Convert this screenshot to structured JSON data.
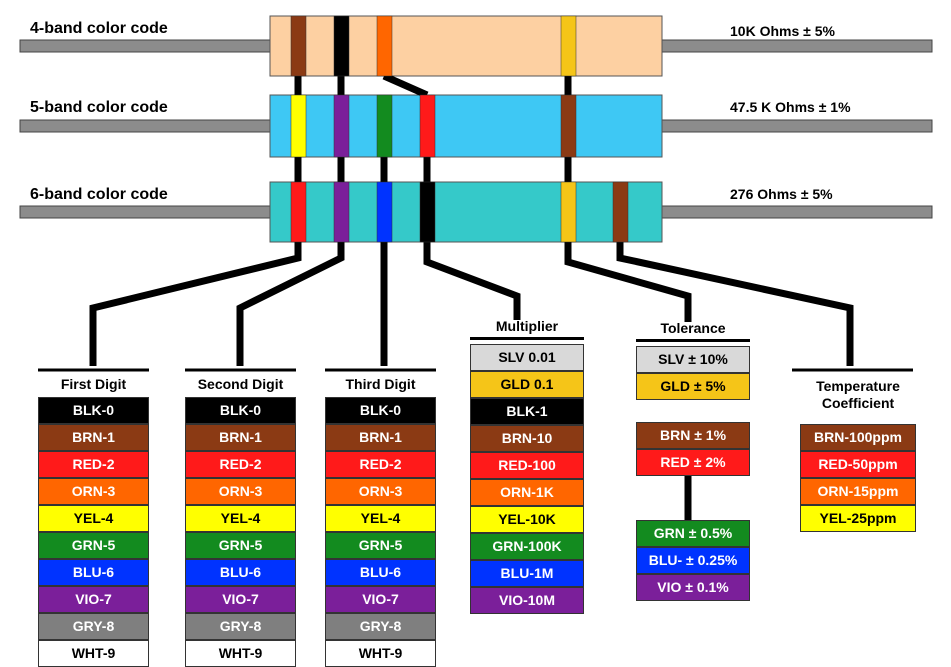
{
  "resistors": [
    {
      "label": "4-band color code",
      "value": "10K Ohms ± 5%",
      "body_color": "#FDD0A2",
      "bands": [
        "#8B3A14",
        "#000000",
        "#FF6600",
        "#F5C518"
      ]
    },
    {
      "label": "5-band color code",
      "value": "47.5 K Ohms ± 1%",
      "body_color": "#3EC8F4",
      "bands": [
        "#FFFF00",
        "#7B1F9A",
        "#138B1F",
        "#FF1A1A",
        "#8B3A14"
      ]
    },
    {
      "label": "6-band color code",
      "value": "276 Ohms ± 5%",
      "body_color": "#35C9C9",
      "bands": [
        "#FF1A1A",
        "#7B1F9A",
        "#0033FF",
        "#000000",
        "#F5C518",
        "#8B3A14"
      ]
    }
  ],
  "columns": [
    {
      "title": "First Digit",
      "cells": [
        {
          "text": "BLK-0",
          "bg": "#000000",
          "fg": "#ffffff"
        },
        {
          "text": "BRN-1",
          "bg": "#8B3A14",
          "fg": "#ffffff"
        },
        {
          "text": "RED-2",
          "bg": "#FF1A1A",
          "fg": "#ffffff"
        },
        {
          "text": "ORN-3",
          "bg": "#FF6600",
          "fg": "#ffffff"
        },
        {
          "text": "YEL-4",
          "bg": "#FFFF00",
          "fg": "#000000"
        },
        {
          "text": "GRN-5",
          "bg": "#138B1F",
          "fg": "#ffffff"
        },
        {
          "text": "BLU-6",
          "bg": "#0033FF",
          "fg": "#ffffff"
        },
        {
          "text": "VIO-7",
          "bg": "#7B1F9A",
          "fg": "#ffffff"
        },
        {
          "text": "GRY-8",
          "bg": "#7F7F7F",
          "fg": "#ffffff"
        },
        {
          "text": "WHT-9",
          "bg": "#FFFFFF",
          "fg": "#000000"
        }
      ]
    },
    {
      "title": "Second Digit",
      "cells": [
        {
          "text": "BLK-0",
          "bg": "#000000",
          "fg": "#ffffff"
        },
        {
          "text": "BRN-1",
          "bg": "#8B3A14",
          "fg": "#ffffff"
        },
        {
          "text": "RED-2",
          "bg": "#FF1A1A",
          "fg": "#ffffff"
        },
        {
          "text": "ORN-3",
          "bg": "#FF6600",
          "fg": "#ffffff"
        },
        {
          "text": "YEL-4",
          "bg": "#FFFF00",
          "fg": "#000000"
        },
        {
          "text": "GRN-5",
          "bg": "#138B1F",
          "fg": "#ffffff"
        },
        {
          "text": "BLU-6",
          "bg": "#0033FF",
          "fg": "#ffffff"
        },
        {
          "text": "VIO-7",
          "bg": "#7B1F9A",
          "fg": "#ffffff"
        },
        {
          "text": "GRY-8",
          "bg": "#7F7F7F",
          "fg": "#ffffff"
        },
        {
          "text": "WHT-9",
          "bg": "#FFFFFF",
          "fg": "#000000"
        }
      ]
    },
    {
      "title": "Third Digit",
      "cells": [
        {
          "text": "BLK-0",
          "bg": "#000000",
          "fg": "#ffffff"
        },
        {
          "text": "BRN-1",
          "bg": "#8B3A14",
          "fg": "#ffffff"
        },
        {
          "text": "RED-2",
          "bg": "#FF1A1A",
          "fg": "#ffffff"
        },
        {
          "text": "ORN-3",
          "bg": "#FF6600",
          "fg": "#ffffff"
        },
        {
          "text": "YEL-4",
          "bg": "#FFFF00",
          "fg": "#000000"
        },
        {
          "text": "GRN-5",
          "bg": "#138B1F",
          "fg": "#ffffff"
        },
        {
          "text": "BLU-6",
          "bg": "#0033FF",
          "fg": "#ffffff"
        },
        {
          "text": "VIO-7",
          "bg": "#7B1F9A",
          "fg": "#ffffff"
        },
        {
          "text": "GRY-8",
          "bg": "#7F7F7F",
          "fg": "#ffffff"
        },
        {
          "text": "WHT-9",
          "bg": "#FFFFFF",
          "fg": "#000000"
        }
      ]
    },
    {
      "title": "Multiplier",
      "cells": [
        {
          "text": "SLV 0.01",
          "bg": "#D9D9D9",
          "fg": "#000000"
        },
        {
          "text": "GLD 0.1",
          "bg": "#F5C518",
          "fg": "#000000"
        },
        {
          "text": "BLK-1",
          "bg": "#000000",
          "fg": "#ffffff"
        },
        {
          "text": "BRN-10",
          "bg": "#8B3A14",
          "fg": "#ffffff"
        },
        {
          "text": "RED-100",
          "bg": "#FF1A1A",
          "fg": "#ffffff"
        },
        {
          "text": "ORN-1K",
          "bg": "#FF6600",
          "fg": "#ffffff"
        },
        {
          "text": "YEL-10K",
          "bg": "#FFFF00",
          "fg": "#000000"
        },
        {
          "text": "GRN-100K",
          "bg": "#138B1F",
          "fg": "#ffffff"
        },
        {
          "text": "BLU-1M",
          "bg": "#0033FF",
          "fg": "#ffffff"
        },
        {
          "text": "VIO-10M",
          "bg": "#7B1F9A",
          "fg": "#ffffff"
        }
      ]
    },
    {
      "title": "Tolerance",
      "cells": [
        {
          "text": "SLV ± 10%",
          "bg": "#D9D9D9",
          "fg": "#000000"
        },
        {
          "text": "GLD ±  5%",
          "bg": "#F5C518",
          "fg": "#000000"
        },
        {
          "text": "",
          "bg": "",
          "fg": ""
        },
        {
          "text": "BRN ± 1%",
          "bg": "#8B3A14",
          "fg": "#ffffff"
        },
        {
          "text": "RED ± 2%",
          "bg": "#FF1A1A",
          "fg": "#ffffff"
        },
        {
          "text": "",
          "bg": "",
          "fg": ""
        },
        {
          "text": "",
          "bg": "",
          "fg": ""
        },
        {
          "text": "GRN ± 0.5%",
          "bg": "#138B1F",
          "fg": "#ffffff"
        },
        {
          "text": "BLU- ± 0.25%",
          "bg": "#0033FF",
          "fg": "#ffffff"
        },
        {
          "text": "VIO ± 0.1%",
          "bg": "#7B1F9A",
          "fg": "#ffffff"
        }
      ]
    },
    {
      "title": "Temperature Coefficient",
      "cells": [
        {
          "text": "BRN-100ppm",
          "bg": "#8B3A14",
          "fg": "#ffffff"
        },
        {
          "text": "RED-50ppm",
          "bg": "#FF1A1A",
          "fg": "#ffffff"
        },
        {
          "text": "ORN-15ppm",
          "bg": "#FF6600",
          "fg": "#ffffff"
        },
        {
          "text": "YEL-25ppm",
          "bg": "#FFFF00",
          "fg": "#000000"
        }
      ]
    }
  ]
}
